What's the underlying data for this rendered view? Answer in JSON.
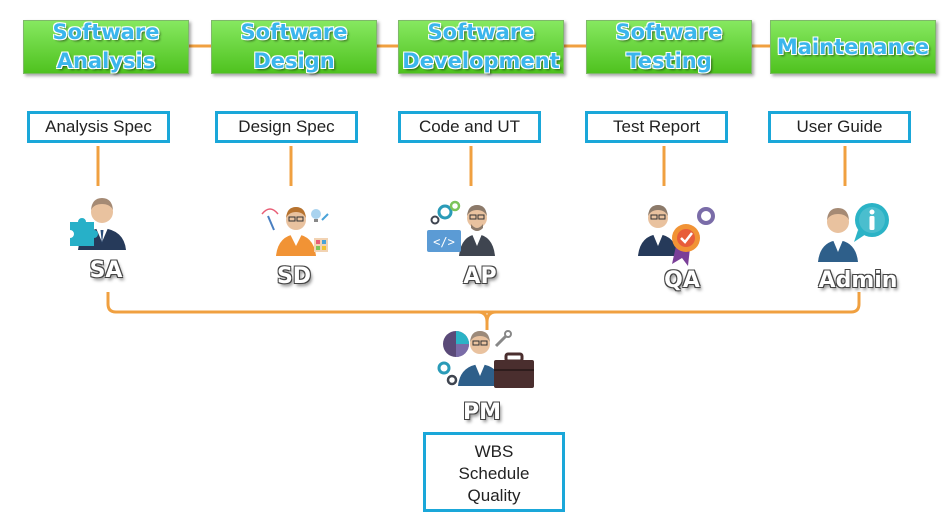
{
  "phases": [
    {
      "label": "Software\nAnalysis"
    },
    {
      "label": "Software\nDesign"
    },
    {
      "label": "Software\nDevelopment"
    },
    {
      "label": "Software\nTesting"
    },
    {
      "label": "Maintenance"
    }
  ],
  "documents": [
    "Analysis Spec",
    "Design Spec",
    "Code and UT",
    "Test Report",
    "User Guide"
  ],
  "roles": [
    "SA",
    "SD",
    "AP",
    "QA",
    "Admin"
  ],
  "manager": {
    "role": "PM",
    "items": [
      "WBS",
      "Schedule",
      "Quality"
    ]
  },
  "colors": {
    "phase_fill": "#5ccd2a",
    "phase_text": "#3bb6ec",
    "box_border": "#1aa7d9",
    "connector": "#f0a040"
  },
  "icons": [
    "analyst-icon",
    "designer-icon",
    "programmer-icon",
    "tester-icon",
    "admin-icon",
    "manager-icon"
  ]
}
